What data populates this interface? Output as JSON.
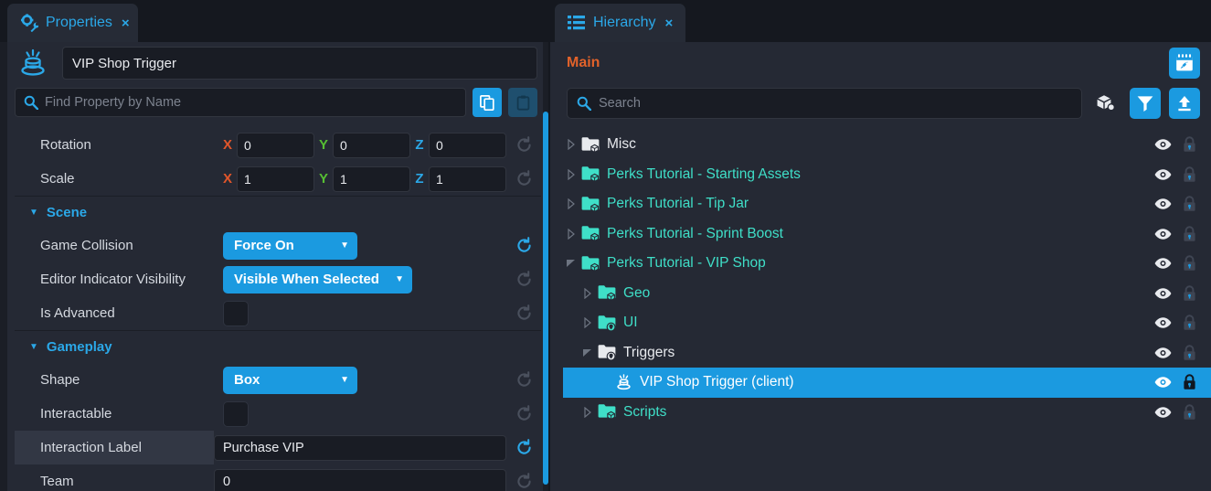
{
  "theme": {
    "accent_blue": "#1b9ae0",
    "panel_bg": "#252934",
    "window_bg": "#15181f",
    "field_bg": "#191c24",
    "teal": "#3fdfc8",
    "orange": "#e2622a",
    "axis_x": "#e2562a",
    "axis_y": "#56bf33",
    "axis_z": "#2ba8e8"
  },
  "tabs": {
    "properties": {
      "label": "Properties",
      "close": "×",
      "icon": "gear-wrench-icon"
    },
    "hierarchy": {
      "label": "Hierarchy",
      "close": "×",
      "icon": "list-icon"
    }
  },
  "properties": {
    "object_icon": "trigger-icon",
    "object_name": "VIP Shop Trigger",
    "search_placeholder": "Find Property by Name",
    "search_value": "",
    "copy_button": "copy-icon",
    "paste_button": "paste-icon",
    "rows": [
      {
        "name": "Rotation",
        "type": "vector3",
        "axes": [
          {
            "axis": "X",
            "value": "0"
          },
          {
            "axis": "Y",
            "value": "0"
          },
          {
            "axis": "Z",
            "value": "0"
          }
        ],
        "reset_active": false,
        "label_highlight": false
      },
      {
        "name": "Scale",
        "type": "vector3",
        "axes": [
          {
            "axis": "X",
            "value": "1"
          },
          {
            "axis": "Y",
            "value": "1"
          },
          {
            "axis": "Z",
            "value": "1"
          }
        ],
        "reset_active": false,
        "label_highlight": false
      }
    ],
    "sections": [
      {
        "title": "Scene",
        "expanded": true,
        "caret": "▼",
        "rows": [
          {
            "name": "Game Collision",
            "type": "dropdown",
            "value": "Force On",
            "caret": "▼",
            "reset_active": true,
            "label_highlight": false
          },
          {
            "name": "Editor Indicator Visibility",
            "type": "dropdown",
            "value": "Visible When Selected",
            "caret": "▼",
            "reset_active": false,
            "label_highlight": false
          },
          {
            "name": "Is Advanced",
            "type": "checkbox",
            "value": "",
            "checked": false,
            "reset_active": false,
            "label_highlight": false
          }
        ]
      },
      {
        "title": "Gameplay",
        "expanded": true,
        "caret": "▼",
        "rows": [
          {
            "name": "Shape",
            "type": "dropdown",
            "value": "Box",
            "caret": "▼",
            "reset_active": false,
            "label_highlight": false
          },
          {
            "name": "Interactable",
            "type": "checkbox",
            "value": "",
            "checked": false,
            "reset_active": false,
            "label_highlight": false
          },
          {
            "name": "Interaction Label",
            "type": "text",
            "value": "Purchase VIP",
            "reset_active": true,
            "label_highlight": true
          },
          {
            "name": "Team",
            "type": "text",
            "value": "0",
            "reset_active": false,
            "label_highlight": false
          }
        ]
      }
    ]
  },
  "hierarchy": {
    "breadcrumb": "Main",
    "publish_button": "calendar-rocket-icon",
    "search_placeholder": "Search",
    "search_value": "",
    "toolbar": [
      {
        "icon": "package-icon",
        "style": "plain"
      },
      {
        "icon": "filter-icon",
        "style": "primary"
      },
      {
        "icon": "upload-icon",
        "style": "primary"
      }
    ],
    "tree": [
      {
        "label": "Misc",
        "depth": 0,
        "caret": "collapsed",
        "icon": "folder-cube-icon",
        "icon_color": "white",
        "label_color": "white",
        "selected": false,
        "eye": true,
        "locked": false
      },
      {
        "label": "Perks Tutorial - Starting Assets",
        "depth": 0,
        "caret": "collapsed",
        "icon": "folder-cube-icon",
        "icon_color": "teal",
        "label_color": "teal",
        "selected": false,
        "eye": true,
        "locked": false
      },
      {
        "label": "Perks Tutorial - Tip Jar",
        "depth": 0,
        "caret": "collapsed",
        "icon": "folder-cube-icon",
        "icon_color": "teal",
        "label_color": "teal",
        "selected": false,
        "eye": true,
        "locked": false
      },
      {
        "label": "Perks Tutorial - Sprint Boost",
        "depth": 0,
        "caret": "collapsed",
        "icon": "folder-cube-icon",
        "icon_color": "teal",
        "label_color": "teal",
        "selected": false,
        "eye": true,
        "locked": false
      },
      {
        "label": "Perks Tutorial - VIP Shop",
        "depth": 0,
        "caret": "expanded",
        "icon": "folder-cube-icon",
        "icon_color": "teal",
        "label_color": "teal",
        "selected": false,
        "eye": true,
        "locked": false
      },
      {
        "label": "Geo",
        "depth": 1,
        "caret": "collapsed",
        "icon": "folder-cube-icon",
        "icon_color": "teal",
        "label_color": "teal",
        "selected": false,
        "eye": true,
        "locked": false
      },
      {
        "label": "UI",
        "depth": 1,
        "caret": "collapsed",
        "icon": "folder-pin-icon",
        "icon_color": "teal",
        "label_color": "teal",
        "selected": false,
        "eye": true,
        "locked": false
      },
      {
        "label": "Triggers",
        "depth": 1,
        "caret": "expanded",
        "icon": "folder-pin-icon",
        "icon_color": "white",
        "label_color": "white",
        "selected": false,
        "eye": true,
        "locked": false
      },
      {
        "label": "VIP Shop Trigger (client)",
        "depth": 2,
        "caret": "none",
        "icon": "trigger-icon",
        "icon_color": "white",
        "label_color": "white",
        "selected": true,
        "eye": true,
        "locked": true
      },
      {
        "label": "Scripts",
        "depth": 1,
        "caret": "collapsed",
        "icon": "folder-cube-icon",
        "icon_color": "teal",
        "label_color": "teal",
        "selected": false,
        "eye": true,
        "locked": false
      }
    ]
  }
}
